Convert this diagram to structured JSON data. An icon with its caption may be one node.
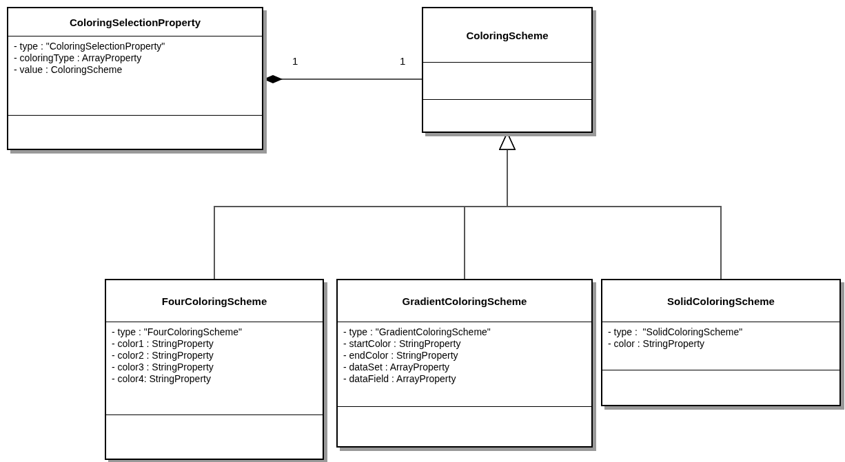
{
  "diagram": {
    "nodes": [
      {
        "text": [
          "ColoringSelectionProperty",
          "- type : \"ColoringSelectionProperty\"",
          "- coloringType : ArrayProperty",
          "- value : ColoringScheme"
        ]
      },
      {
        "text": [
          "ColoringScheme"
        ]
      },
      {
        "text": [
          "FourColoringScheme",
          "- type : \"FourColoringScheme\"",
          "- color1 : StringProperty",
          "- color2 : StringProperty",
          "- color3 : StringProperty",
          "- color4: StringProperty"
        ]
      },
      {
        "text": [
          "GradientColoringScheme",
          "- type : \"GradientColoringScheme\"",
          "- startColor : StringProperty",
          "- endColor : StringProperty",
          "- dataSet : ArrayProperty",
          "- dataField : ArrayProperty"
        ]
      },
      {
        "text": [
          "SolidColoringScheme",
          "- type :  \"SolidColoringScheme\"",
          "- color : StringProperty"
        ]
      }
    ],
    "edges": [
      {
        "from": 0,
        "to": 1,
        "arrow": "other"
      },
      {
        "from": 2,
        "to": 1,
        "arrow": "to"
      },
      {
        "from": 3,
        "to": 1,
        "arrow": "to"
      },
      {
        "from": 4,
        "to": 1,
        "arrow": "to"
      }
    ],
    "labels": [
      "1",
      "1"
    ]
  }
}
